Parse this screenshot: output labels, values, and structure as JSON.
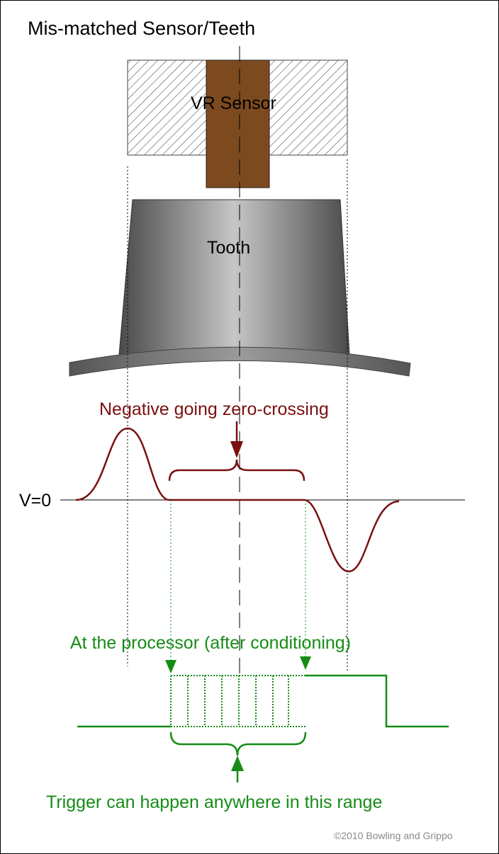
{
  "title": "Mis-matched Sensor/Teeth",
  "sensor_label": "VR Sensor",
  "tooth_label": "Tooth",
  "zero_crossing_label": "Negative going zero-crossing",
  "v0_label": "V=0",
  "processor_label": "At the processor (after conditioning)",
  "trigger_label": "Trigger can happen anywhere in this range",
  "copyright": "©2010 Bowling and Grippo",
  "colors": {
    "signal": "#7a1010",
    "processor": "#168c16",
    "sensor_core": "#7d4a1f",
    "text": "#000000",
    "copyright": "#8a8a8a"
  }
}
